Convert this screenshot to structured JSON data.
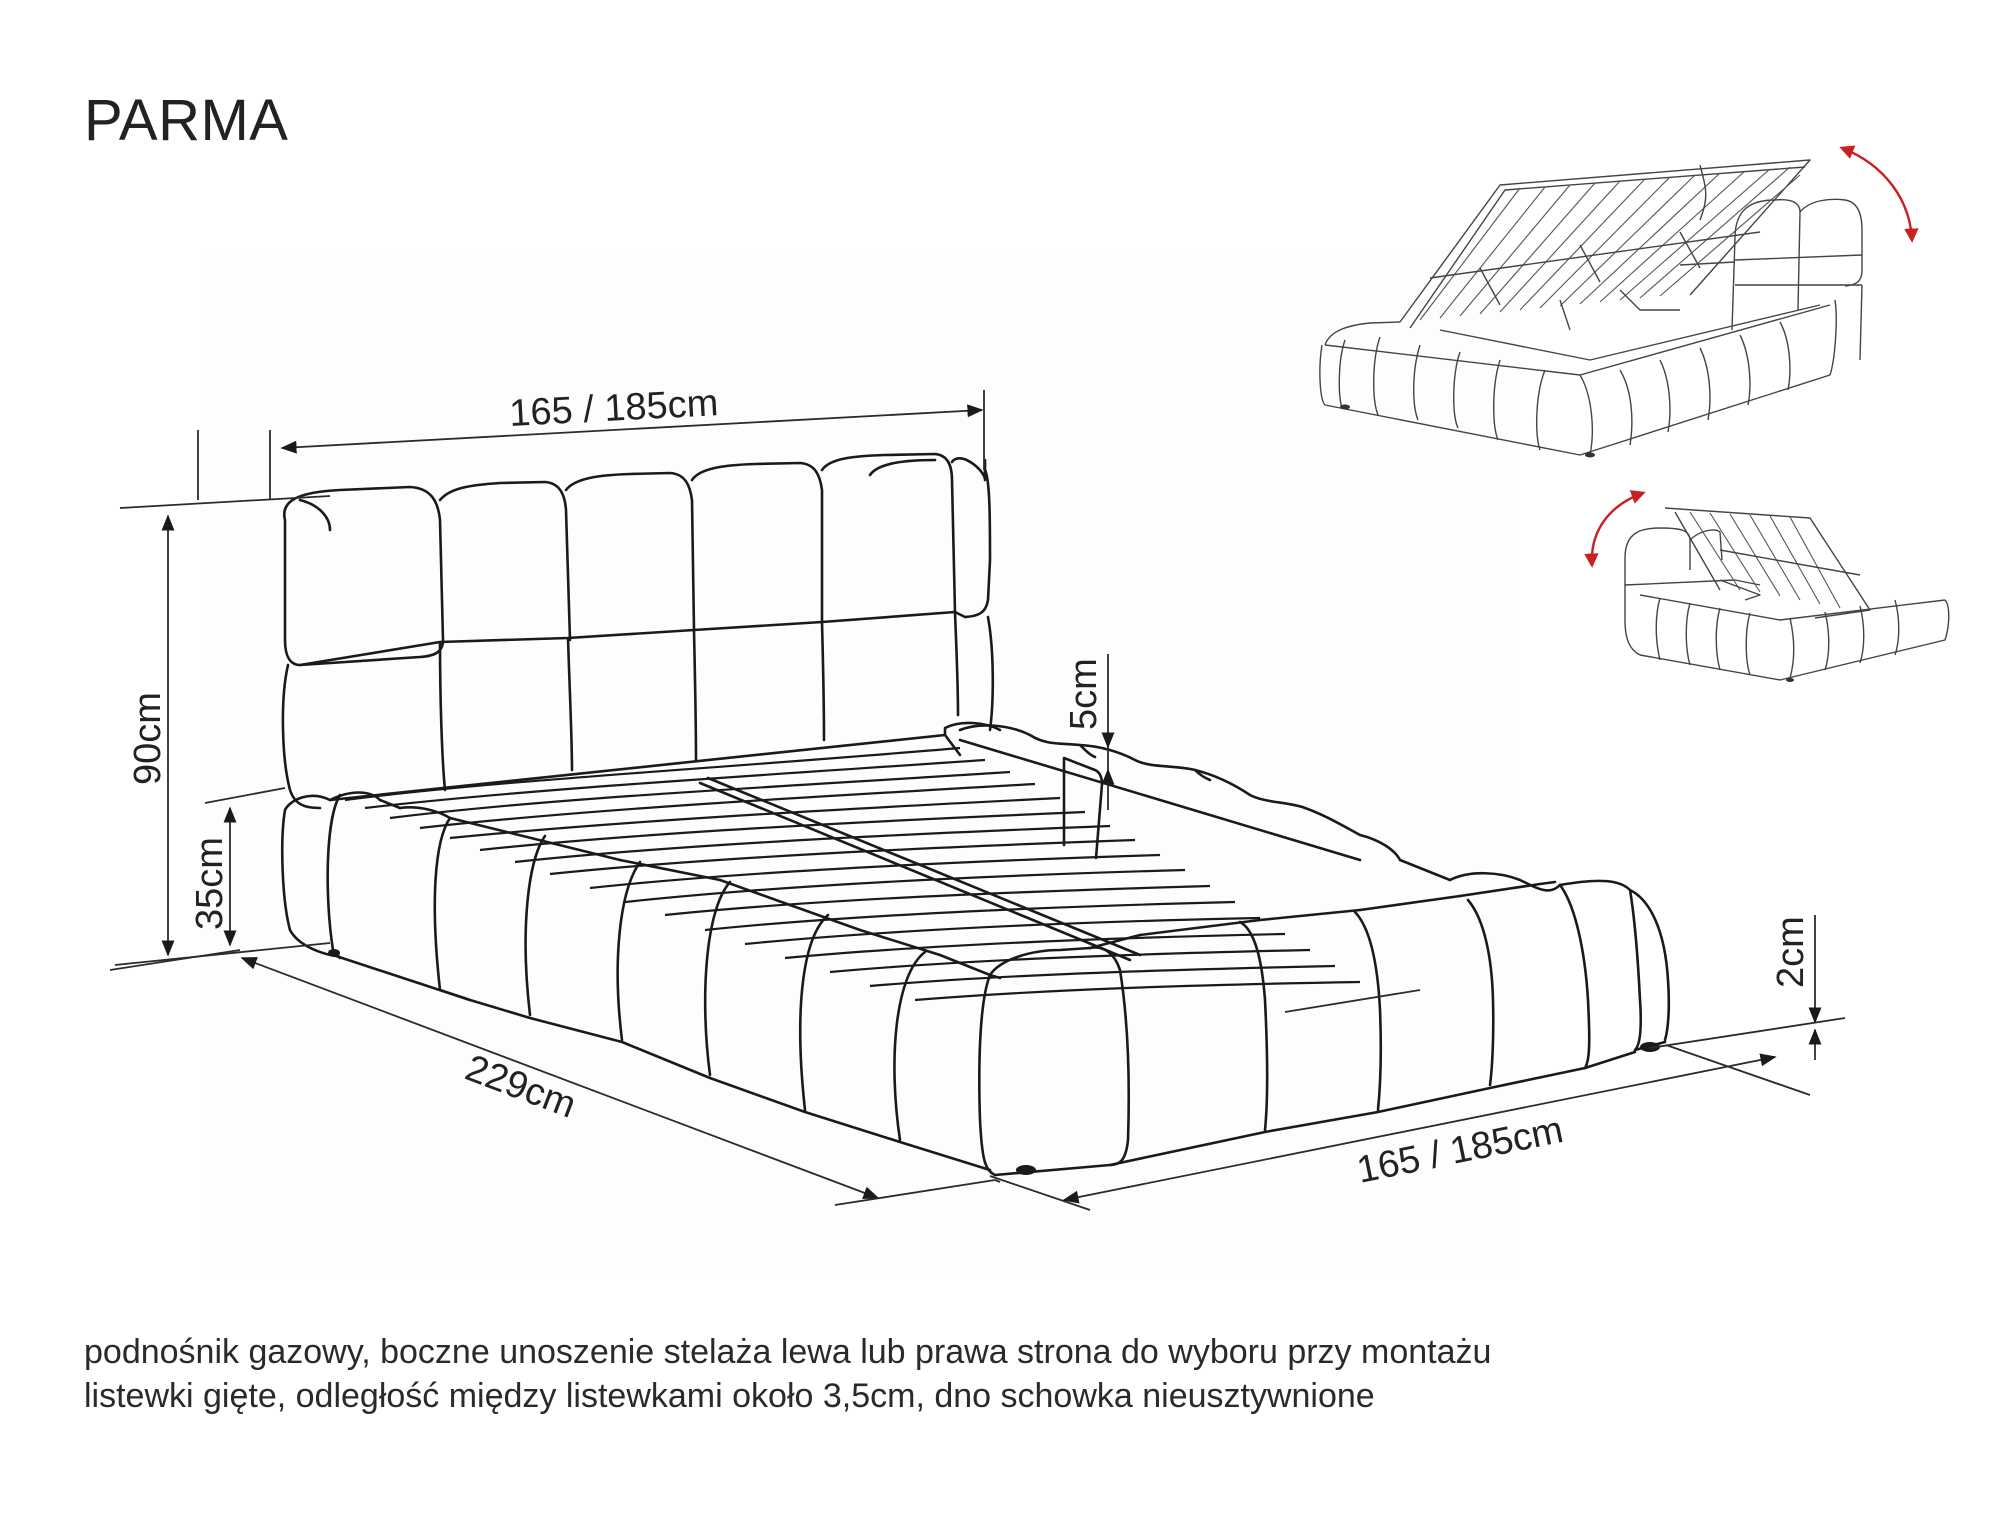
{
  "title": "PARMA",
  "dimensions": {
    "headboard_width": "165 / 185cm",
    "total_height": "90cm",
    "frame_height": "35cm",
    "side_rail_height": "5cm",
    "length": "229cm",
    "total_width": "165 / 185cm",
    "floor_clearance": "2cm"
  },
  "notes": [
    "podnośnik gazowy, boczne unoszenie stelaża lewa lub prawa strona do wyboru przy montażu",
    "listewki gięte, odległość między listewkami około 3,5cm, dno schowka nieusztywnione"
  ],
  "insets": [
    {
      "label": "lift-right-side",
      "arrow_color": "#cc1f1f"
    },
    {
      "label": "lift-left-side",
      "arrow_color": "#cc1f1f"
    }
  ],
  "colors": {
    "line": "#1a1a1a",
    "text": "#222222",
    "accent_arrow": "#cc1f1f",
    "background": "#ffffff"
  }
}
